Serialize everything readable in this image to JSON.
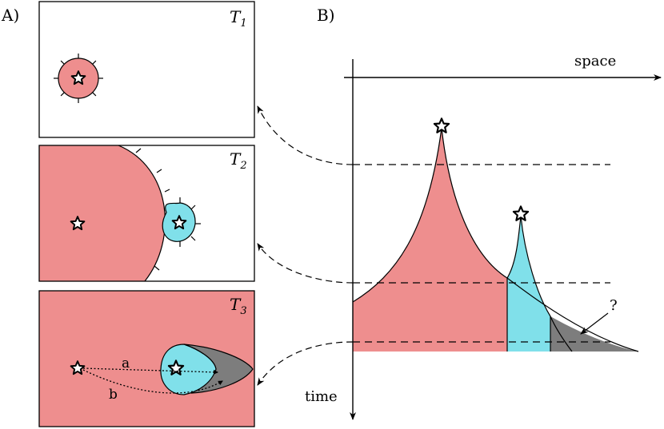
{
  "panel_a": {
    "label": "A)",
    "frames": [
      {
        "name": "T",
        "sub": "1"
      },
      {
        "name": "T",
        "sub": "2"
      },
      {
        "name": "T",
        "sub": "3"
      }
    ],
    "path_labels": {
      "a": "a",
      "b": "b"
    }
  },
  "panel_b": {
    "label": "B)",
    "axis_space": "space",
    "axis_time": "time",
    "question": "?"
  },
  "colors": {
    "red": "#ee8e8e",
    "cyan": "#80e0ea",
    "gray": "#7d7d7d"
  }
}
